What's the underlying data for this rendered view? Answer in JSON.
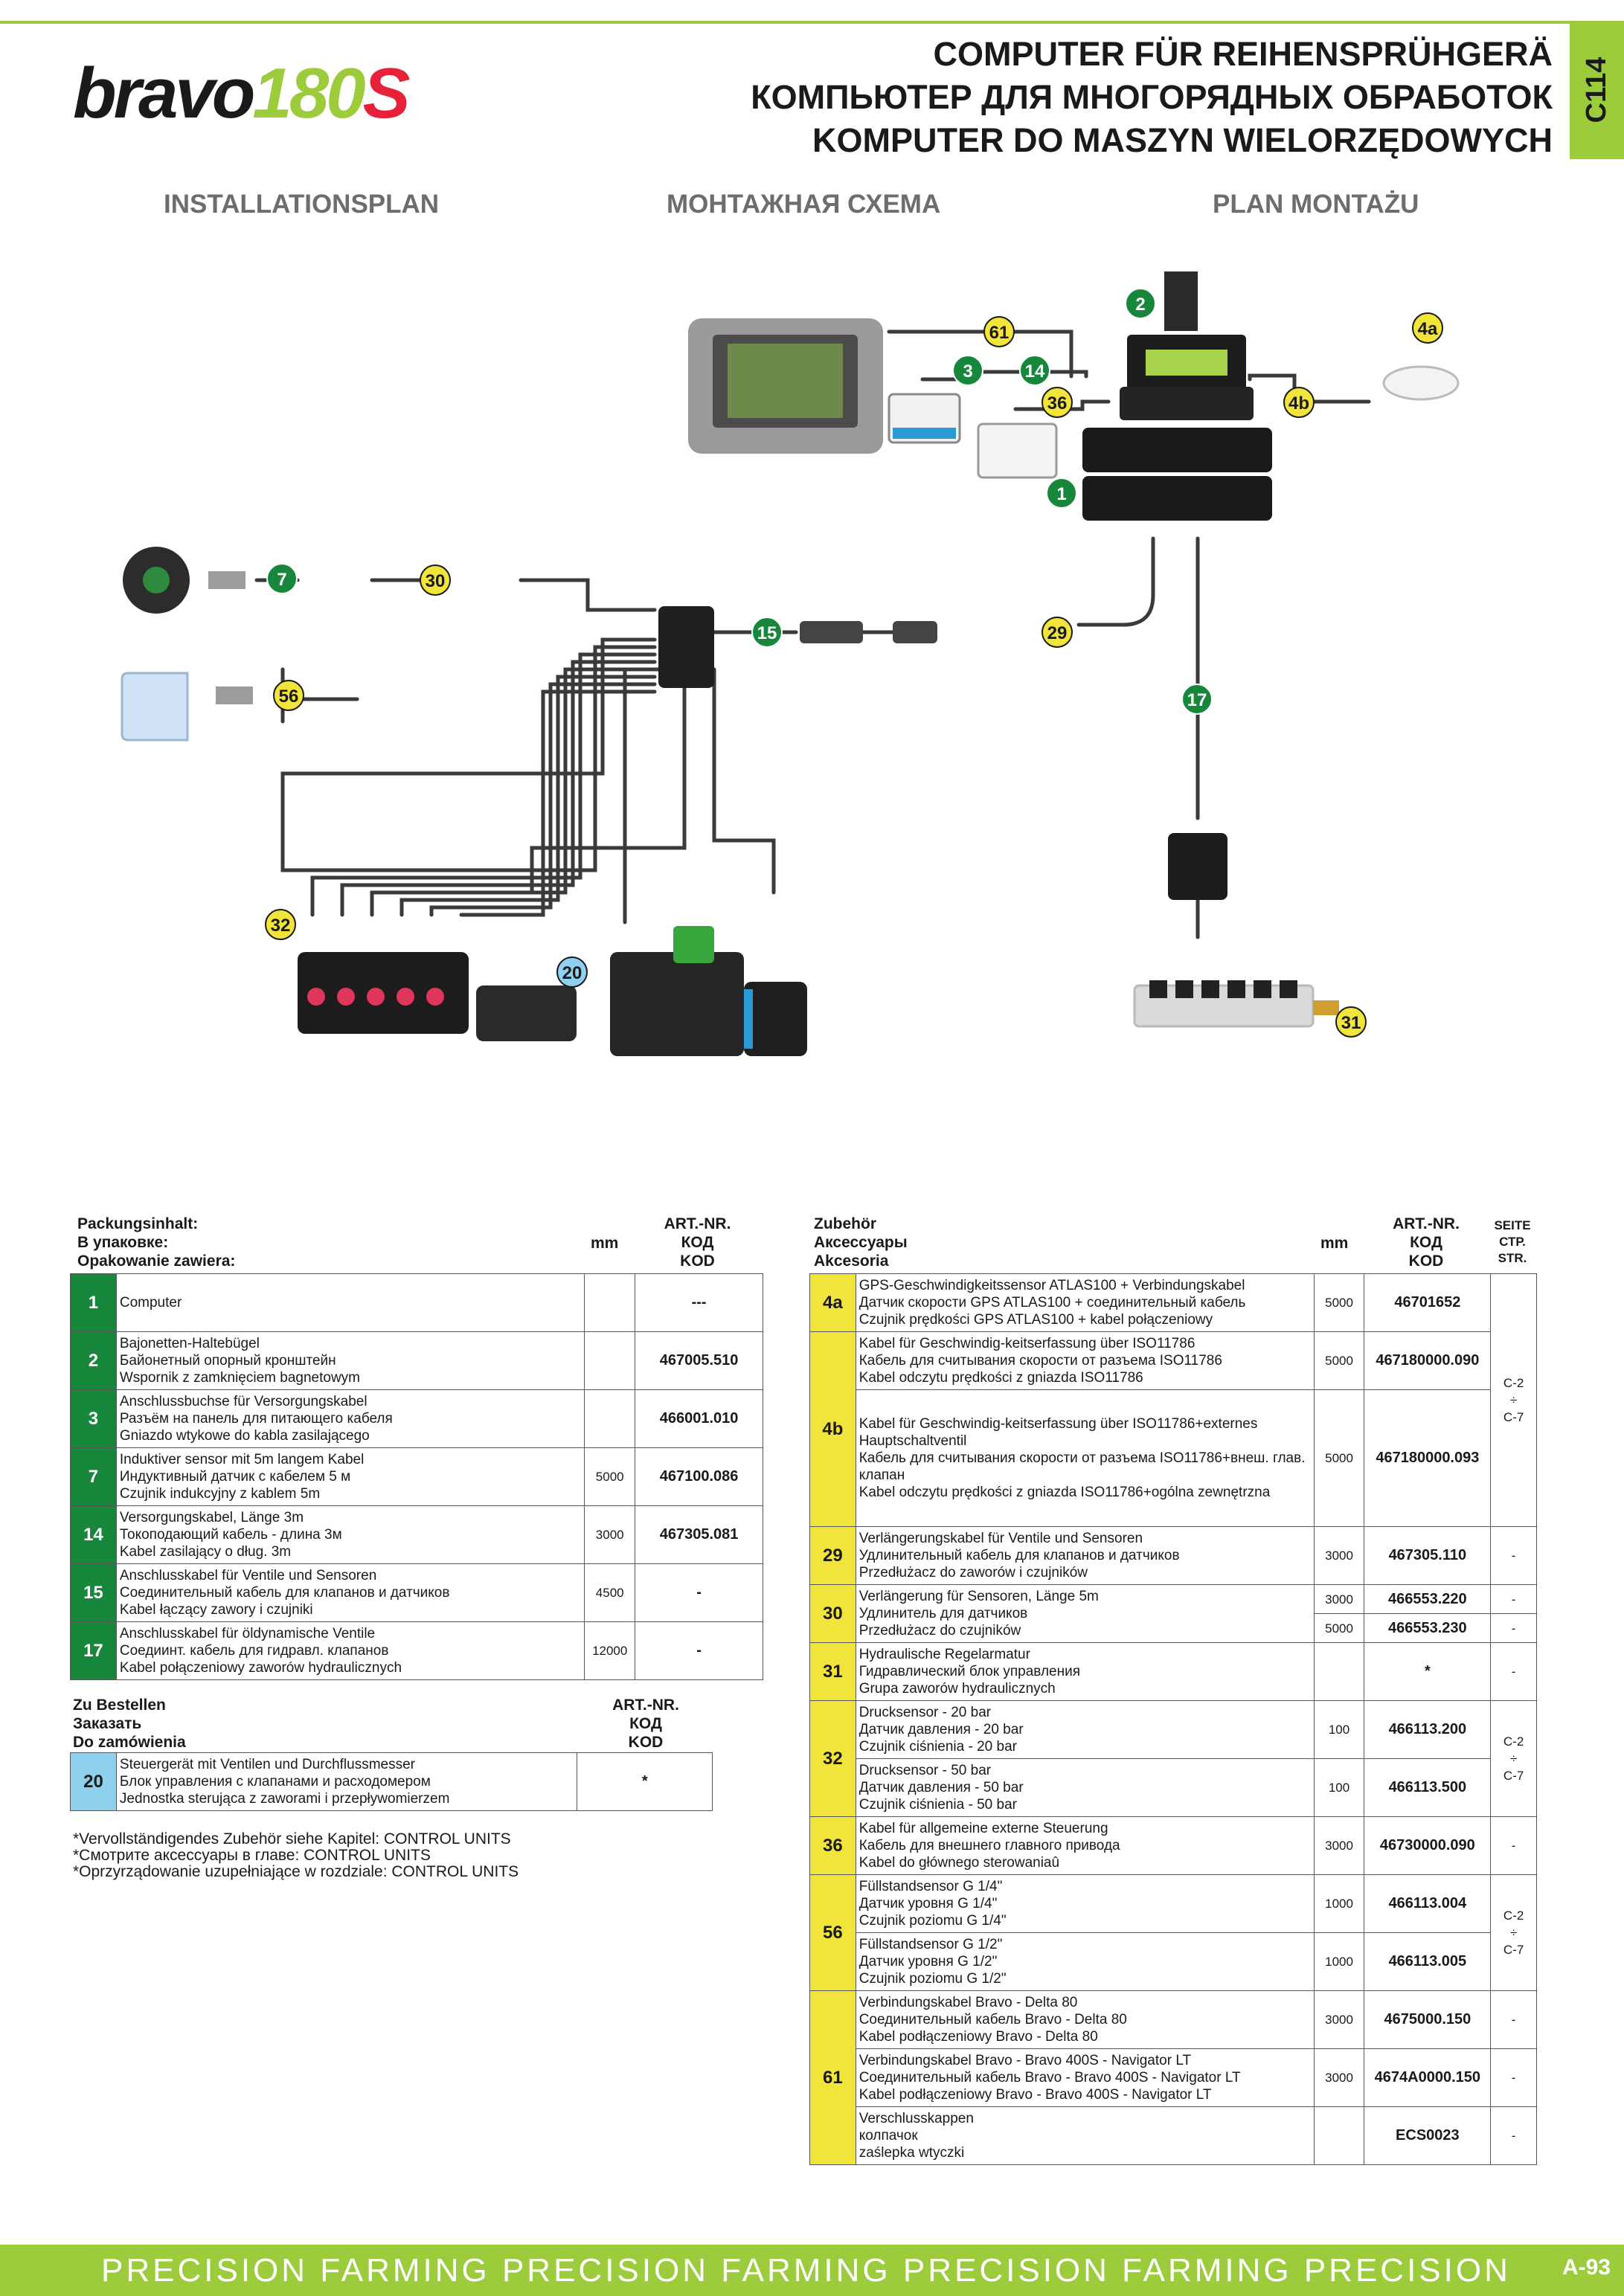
{
  "header": {
    "logo": {
      "part1": "bravo",
      "part2": "180",
      "part3": "S"
    },
    "titles": [
      "COMPUTER FÜR REIHENSPRÜHGERÄ",
      "КОМПЬЮТЕР ДЛЯ МНОГОРЯДНЫХ ОБРАБОТОК",
      "KOMPUTER DO MASZYN WIELORZĘDOWYCH"
    ],
    "tab": "C114"
  },
  "sections": [
    "INSTALLATIONSPLAN",
    "МОНТАЖНАЯ СХЕМА",
    "PLAN MONTAŻU"
  ],
  "diagram_callouts": [
    "2",
    "61",
    "4a",
    "3",
    "14",
    "36",
    "4b",
    "1",
    "7",
    "30",
    "15",
    "29",
    "56",
    "17",
    "32",
    "20",
    "31"
  ],
  "package": {
    "title": [
      "Packungsinhalt:",
      "В упаковке:",
      "Opakowanie zawiera:"
    ],
    "col_mm": "mm",
    "col_art": [
      "ART.-NR.",
      "КОД",
      "KOD"
    ],
    "rows": [
      {
        "num": "1",
        "desc": [
          "Computer"
        ],
        "mm": "",
        "art": "---"
      },
      {
        "num": "2",
        "desc": [
          "Bajonetten-Haltebügel",
          "Байонетный опорный кронштейн",
          "Wspornik z zamknięciem bagnetowym"
        ],
        "mm": "",
        "art": "467005.510"
      },
      {
        "num": "3",
        "desc": [
          "Anschlussbuchse für Versorgungskabel",
          "Разъём на панель для питающего кабеля",
          "Gniazdo wtykowe do kabla zasilającego"
        ],
        "mm": "",
        "art": "466001.010"
      },
      {
        "num": "7",
        "desc": [
          "Induktiver sensor mit 5m langem Kabel",
          "Индуктивный датчик с кабелем 5 м",
          "Czujnik indukcyjny z kablem 5m"
        ],
        "mm": "5000",
        "art": "467100.086"
      },
      {
        "num": "14",
        "desc": [
          "Versorgungskabel, Länge 3m",
          "Токоподающий кабель - длина 3м",
          "Kabel zasilający o dług. 3m"
        ],
        "mm": "3000",
        "art": "467305.081"
      },
      {
        "num": "15",
        "desc": [
          "Anschlusskabel für Ventile und Sensoren",
          "Соединительный кабель для клапанов и датчиков",
          "Kabel łączący zawory i czujniki"
        ],
        "mm": "4500",
        "art": "-"
      },
      {
        "num": "17",
        "desc": [
          "Anschlusskabel für öldynamische Ventile",
          "Соедиинт. кабель для гидравл. клапанов",
          "Kabel połączeniowy zaworów hydraulicznych"
        ],
        "mm": "12000",
        "art": "-"
      }
    ]
  },
  "order": {
    "title": [
      "Zu Bestellen",
      "Заказать",
      "Do zamówienia"
    ],
    "col_art": [
      "ART.-NR.",
      "КОД",
      "KOD"
    ],
    "rows": [
      {
        "num": "20",
        "desc": [
          "Steuergerät mit Ventilen und Durchflussmesser",
          "Блок управления с клапанами и расходомером",
          "Jednostka sterująca z zaworami i przepływomierzem"
        ],
        "art": "*"
      }
    ]
  },
  "notes": [
    "*Vervollständigendes Zubehör siehe Kapitel: CONTROL UNITS",
    "*Смотрите аксессуары в главе: CONTROL UNITS",
    "*Oprzyrządowanie uzupełniające w rozdziale: CONTROL UNITS"
  ],
  "accessories": {
    "title": [
      "Zubehör",
      "Аксессуары",
      "Akcesoria"
    ],
    "col_mm": "mm",
    "col_art": [
      "ART.-NR.",
      "КОД",
      "KOD"
    ],
    "col_page": [
      "SEITE",
      "СТР.",
      "STR."
    ],
    "page_ref": [
      "C-2",
      "÷",
      "C-7"
    ],
    "rows": [
      {
        "num": "4a",
        "desc": [
          "GPS-Geschwindigkeitssensor ATLAS100 + Verbindungskabel",
          "Датчик скорости GPS ATLAS100 + соединительный кабель",
          "Czujnik prędkości GPS ATLAS100 + kabel połączeniowy"
        ],
        "mm": "5000",
        "art": "46701652"
      },
      {
        "num": "4b",
        "desc": [
          "Kabel für Geschwindig-keitserfassung über ISO11786",
          "Кабель для считывания скорости от разъема ISO11786",
          "Kabel odczytu prędkości z gniazda ISO11786"
        ],
        "mm": "5000",
        "art": "467180000.090"
      },
      {
        "num": "",
        "desc": [
          "Kabel für Geschwindig-keitserfassung über ISO11786+externes",
          "Hauptschaltventil",
          "Кабель для считывания скорости от разъема ISO11786+внеш. глав.",
          "клапан",
          "Kabel odczytu prędkości z gniazda ISO11786+ogólna zewnętrzna"
        ],
        "mm": "5000",
        "art": "467180000.093"
      },
      {
        "num": "29",
        "desc": [
          "Verlängerungskabel für Ventile und Sensoren",
          "Удлинительный кабель для клапанов и датчиков",
          "Przedłużacz do zaworów i czujników"
        ],
        "mm": "3000",
        "art": "467305.110",
        "page": "-"
      },
      {
        "num": "30",
        "desc": [
          "Verlängerung für Sensoren, Länge 5m",
          "Удлинитель для датчиков",
          "Przedłużacz do czujników"
        ],
        "mm1": "3000",
        "art1": "466553.220",
        "mm2": "5000",
        "art2": "466553.230",
        "page": "-"
      },
      {
        "num": "31",
        "desc": [
          "Hydraulische Regelarmatur",
          "Гидравлический блок управления",
          "Grupa zaworów hydraulicznych"
        ],
        "mm": "",
        "art": "*",
        "page": "-"
      },
      {
        "num": "32",
        "desc": [
          "Drucksensor - 20 bar",
          "Датчик давления - 20 bar",
          "Czujnik ciśnienia - 20 bar"
        ],
        "mm": "100",
        "art": "466113.200"
      },
      {
        "num": "",
        "desc": [
          "Drucksensor - 50 bar",
          "Датчик давления - 50 bar",
          "Czujnik ciśnienia - 50 bar"
        ],
        "mm": "100",
        "art": "466113.500"
      },
      {
        "num": "36",
        "desc": [
          "Kabel für allgemeine externe Steuerung",
          "Кабель для внешнего главного привода",
          "Kabel do głównego sterowaniaû"
        ],
        "mm": "3000",
        "art": "46730000.090",
        "page": "-"
      },
      {
        "num": "56",
        "desc": [
          "Füllstandsensor G 1/4\"",
          "Датчик уровня G 1/4\"",
          "Czujnik poziomu G 1/4\""
        ],
        "mm": "1000",
        "art": "466113.004"
      },
      {
        "num": "",
        "desc": [
          "Füllstandsensor G 1/2\"",
          "Датчик уровня G 1/2\"",
          "Czujnik poziomu G 1/2\""
        ],
        "mm": "1000",
        "art": "466113.005"
      },
      {
        "num": "61",
        "desc": [
          "Verbindungskabel Bravo - Delta 80",
          "Соединительный кабель Bravo - Delta 80",
          "Kabel podłączeniowy Bravo - Delta 80"
        ],
        "mm": "3000",
        "art": "4675000.150",
        "page": "-"
      },
      {
        "num": "",
        "desc": [
          "Verbindungskabel Bravo - Bravo 400S - Navigator LT",
          "Соединительный кабель Bravo - Bravo 400S - Navigator LT",
          "Kabel podłączeniowy Bravo - Bravo 400S - Navigator LT"
        ],
        "mm": "3000",
        "art": "4674A0000.150",
        "page": "-"
      },
      {
        "num": "",
        "desc": [
          "Verschlusskappen",
          "колпачок",
          "zaślepka wtyczki"
        ],
        "mm": "",
        "art": "ECS0023",
        "page": "-"
      }
    ]
  },
  "footer": {
    "text": "PRECISION FARMING  PRECISION FARMING  PRECISION FARMING  PRECISION",
    "page": "A-93"
  },
  "colors": {
    "brand_green": "#9ccb3b",
    "dark_green": "#17873c",
    "yellow": "#f1e43a",
    "light_blue": "#8fd0ef",
    "red": "#e8213a"
  }
}
